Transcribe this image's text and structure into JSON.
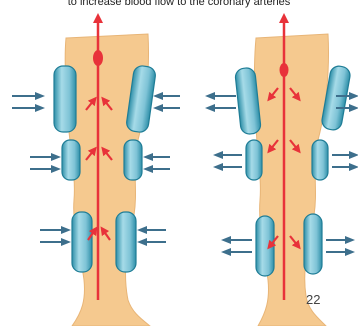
{
  "caption": "to increase blood flow to the coronary arteries",
  "page_number": "22",
  "colors": {
    "leg": "#f5c98f",
    "leg_outline": "#e8b577",
    "cuff": "#7ec3d6",
    "cuff_dark": "#2e8fa8",
    "artery": "#e8323a",
    "pressure_arrow": "#3d6f8c",
    "page_number": "#444444"
  },
  "icons": [
    "leg",
    "compression-cuff",
    "artery-line",
    "upward-flow-arrow",
    "pressure-arrow"
  ]
}
